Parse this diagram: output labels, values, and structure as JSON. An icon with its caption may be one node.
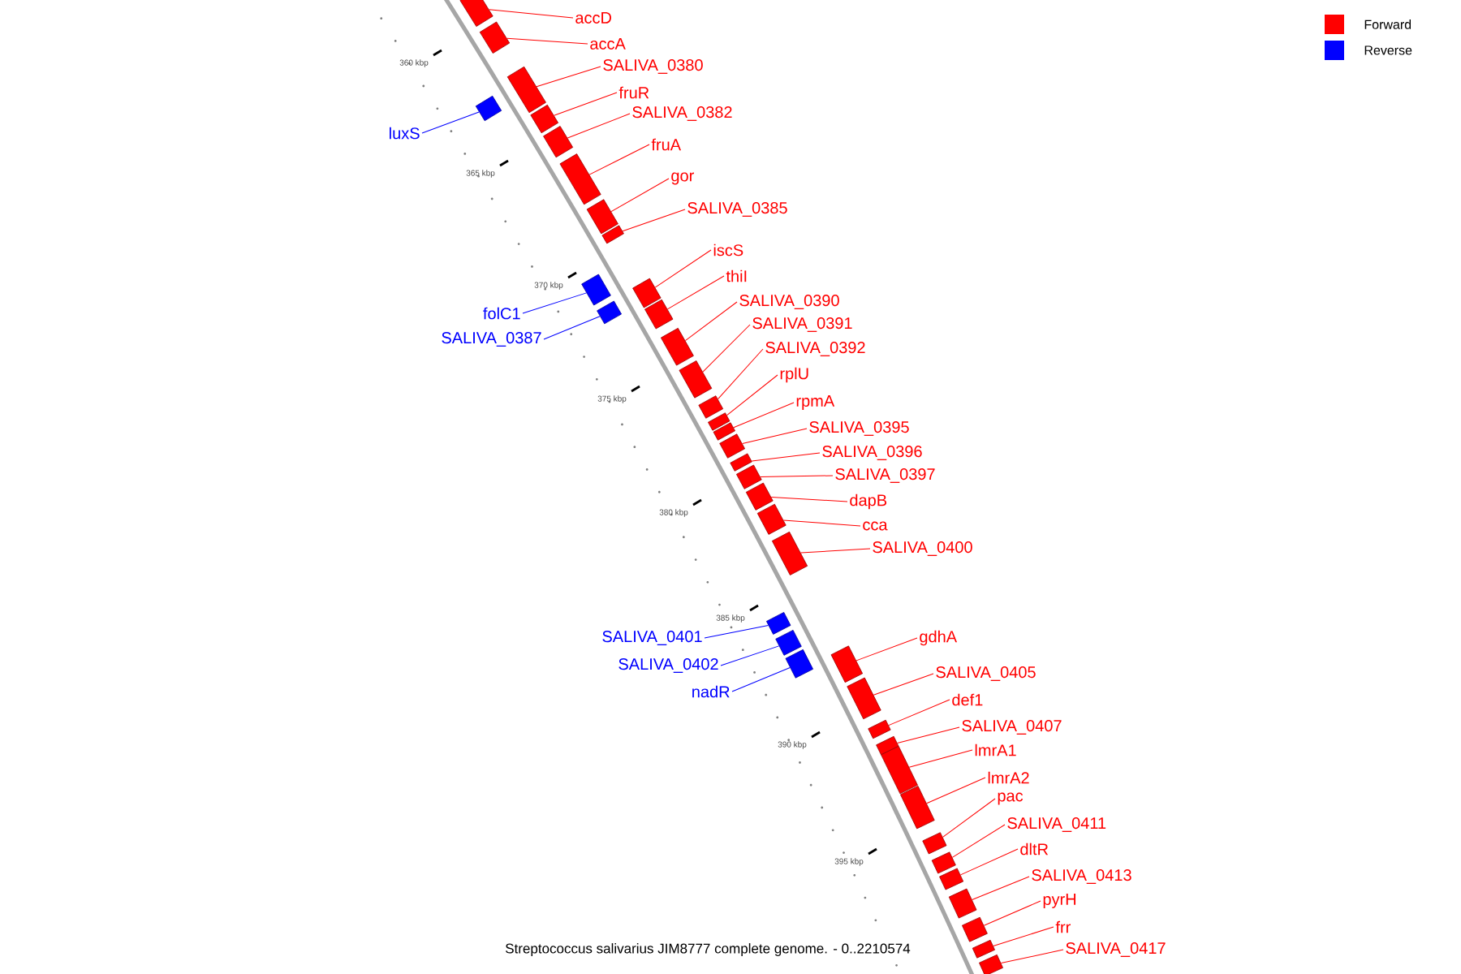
{
  "diagram": {
    "caption": "Streptococcus salivarius JIM8777 complete genome. - 0..2210574",
    "nodes": [
      {
        "text": [
          "accD"
        ]
      },
      {
        "text": [
          "accA"
        ]
      },
      {
        "text": [
          "SALIVA_0380"
        ]
      },
      {
        "text": [
          "fruR"
        ]
      },
      {
        "text": [
          "SALIVA_0382"
        ]
      },
      {
        "text": [
          "luxS"
        ]
      },
      {
        "text": [
          "fruA"
        ]
      },
      {
        "text": [
          "gor"
        ]
      },
      {
        "text": [
          "SALIVA_0385"
        ]
      },
      {
        "text": [
          "iscS"
        ]
      },
      {
        "text": [
          "thiI"
        ]
      },
      {
        "text": [
          "SALIVA_0390"
        ]
      },
      {
        "text": [
          "folC1"
        ]
      },
      {
        "text": [
          "SALIVA_0391"
        ]
      },
      {
        "text": [
          "SALIVA_0387"
        ]
      },
      {
        "text": [
          "SALIVA_0392"
        ]
      },
      {
        "text": [
          "rplU"
        ]
      },
      {
        "text": [
          "rpmA"
        ]
      },
      {
        "text": [
          "SALIVA_0395"
        ]
      },
      {
        "text": [
          "SALIVA_0396"
        ]
      },
      {
        "text": [
          "SALIVA_0397"
        ]
      },
      {
        "text": [
          "dapB"
        ]
      },
      {
        "text": [
          "cca"
        ]
      },
      {
        "text": [
          "SALIVA_0400"
        ]
      },
      {
        "text": [
          "SALIVA_0401"
        ]
      },
      {
        "text": [
          "gdhA"
        ]
      },
      {
        "text": [
          "SALIVA_0402"
        ]
      },
      {
        "text": [
          "SALIVA_0405"
        ]
      },
      {
        "text": [
          "nadR"
        ]
      },
      {
        "text": [
          "def1"
        ]
      },
      {
        "text": [
          "SALIVA_0407"
        ]
      },
      {
        "text": [
          "lmrA1"
        ]
      },
      {
        "text": [
          "lmrA2"
        ]
      },
      {
        "text": [
          "pac"
        ]
      },
      {
        "text": [
          "SALIVA_0411"
        ]
      },
      {
        "text": [
          "dltR"
        ]
      },
      {
        "text": [
          "SALIVA_0413"
        ]
      },
      {
        "text": [
          "pyrH"
        ]
      },
      {
        "text": [
          "frr"
        ]
      },
      {
        "text": [
          "SALIVA_0417"
        ]
      },
      {
        "text": [],
        "shape": "box"
      },
      {
        "text": [],
        "shape": "box"
      },
      {
        "text": [],
        "shape": "box"
      },
      {
        "text": [],
        "shape": "box"
      },
      {
        "text": [],
        "shape": "box"
      },
      {
        "text": [],
        "shape": "box"
      },
      {
        "text": [],
        "shape": "box"
      },
      {
        "text": [],
        "shape": "box"
      },
      {
        "text": [],
        "shape": "box"
      },
      {
        "text": [],
        "shape": "box"
      },
      {
        "text": [],
        "shape": "box"
      },
      {
        "text": [],
        "shape": "box"
      },
      {
        "text": [],
        "shape": "box"
      },
      {
        "text": [],
        "shape": "box"
      },
      {
        "text": [],
        "shape": "box"
      },
      {
        "text": [],
        "shape": "box"
      },
      {
        "text": [],
        "shape": "box"
      },
      {
        "text": [],
        "shape": "box"
      },
      {
        "text": [],
        "shape": "box"
      },
      {
        "text": [],
        "shape": "box"
      },
      {
        "text": [],
        "shape": "box"
      },
      {
        "text": [],
        "shape": "box"
      },
      {
        "text": [],
        "shape": "box"
      },
      {
        "text": [],
        "shape": "box"
      },
      {
        "text": [],
        "shape": "box"
      },
      {
        "text": [],
        "shape": "box"
      },
      {
        "text": [],
        "shape": "box"
      },
      {
        "text": [],
        "shape": "box"
      },
      {
        "text": [],
        "shape": "box"
      },
      {
        "text": [],
        "shape": "box"
      },
      {
        "text": [],
        "shape": "box"
      },
      {
        "text": [],
        "shape": "box"
      },
      {
        "text": [],
        "shape": "box"
      },
      {
        "text": [],
        "shape": "box"
      },
      {
        "text": [],
        "shape": "box"
      },
      {
        "text": [],
        "shape": "box"
      },
      {
        "text": [],
        "shape": "box"
      },
      {
        "text": [],
        "shape": "box"
      },
      {
        "text": [],
        "shape": "box"
      },
      {
        "text": [],
        "shape": "box"
      }
    ],
    "edges": [
      {
        "from": 0,
        "to": 40,
        "arrow": "none"
      },
      {
        "from": 1,
        "to": 41,
        "arrow": "none"
      },
      {
        "from": 2,
        "to": 42,
        "arrow": "none"
      },
      {
        "from": 3,
        "to": 43,
        "arrow": "none"
      },
      {
        "from": 4,
        "to": 44,
        "arrow": "none"
      },
      {
        "from": 5,
        "to": 45,
        "arrow": "none",
        "color": "#0000ff"
      },
      {
        "from": 6,
        "to": 46,
        "arrow": "none"
      },
      {
        "from": 7,
        "to": 47,
        "arrow": "none"
      },
      {
        "from": 8,
        "to": 48,
        "arrow": "none"
      },
      {
        "from": 9,
        "to": 49,
        "arrow": "none"
      },
      {
        "from": 10,
        "to": 50,
        "arrow": "none"
      },
      {
        "from": 11,
        "to": 51,
        "arrow": "none"
      },
      {
        "from": 12,
        "to": 52,
        "arrow": "none",
        "color": "#0000ff"
      },
      {
        "from": 13,
        "to": 53,
        "arrow": "none"
      },
      {
        "from": 14,
        "to": 54,
        "arrow": "none",
        "color": "#0000ff"
      },
      {
        "from": 15,
        "to": 55,
        "arrow": "none"
      },
      {
        "from": 16,
        "to": 56,
        "arrow": "none"
      },
      {
        "from": 17,
        "to": 57,
        "arrow": "none"
      },
      {
        "from": 18,
        "to": 58,
        "arrow": "none"
      },
      {
        "from": 19,
        "to": 59,
        "arrow": "none"
      },
      {
        "from": 20,
        "to": 60,
        "arrow": "none"
      },
      {
        "from": 21,
        "to": 61,
        "arrow": "none"
      },
      {
        "from": 22,
        "to": 62,
        "arrow": "none"
      },
      {
        "from": 23,
        "to": 63,
        "arrow": "none"
      },
      {
        "from": 24,
        "to": 64,
        "arrow": "none",
        "color": "#0000ff"
      },
      {
        "from": 25,
        "to": 65,
        "arrow": "none"
      },
      {
        "from": 26,
        "to": 66,
        "arrow": "none",
        "color": "#0000ff"
      },
      {
        "from": 27,
        "to": 67,
        "arrow": "none"
      },
      {
        "from": 28,
        "to": 68,
        "arrow": "none",
        "color": "#0000ff"
      },
      {
        "from": 29,
        "to": 69,
        "arrow": "none"
      },
      {
        "from": 30,
        "to": 70,
        "arrow": "none"
      },
      {
        "from": 31,
        "to": 71,
        "arrow": "none"
      },
      {
        "from": 32,
        "to": 72,
        "arrow": "none"
      },
      {
        "from": 33,
        "to": 73,
        "arrow": "none"
      },
      {
        "from": 34,
        "to": 74,
        "arrow": "none"
      },
      {
        "from": 35,
        "to": 75,
        "arrow": "none"
      },
      {
        "from": 36,
        "to": 76,
        "arrow": "none"
      },
      {
        "from": 37,
        "to": 77,
        "arrow": "none"
      },
      {
        "from": 38,
        "to": 78,
        "arrow": "none"
      },
      {
        "from": 39,
        "to": 79,
        "arrow": "none"
      }
    ],
    "labels": [
      "360 kbp",
      "365 kbp",
      "370 kbp",
      "375 kbp",
      "380 kbp",
      "385 kbp",
      "390 kbp",
      "395 kbp"
    ],
    "legend": [
      {
        "text": "Forward",
        "color": "#ff0000"
      },
      {
        "text": "Reverse",
        "color": "#0000ff"
      }
    ]
  }
}
